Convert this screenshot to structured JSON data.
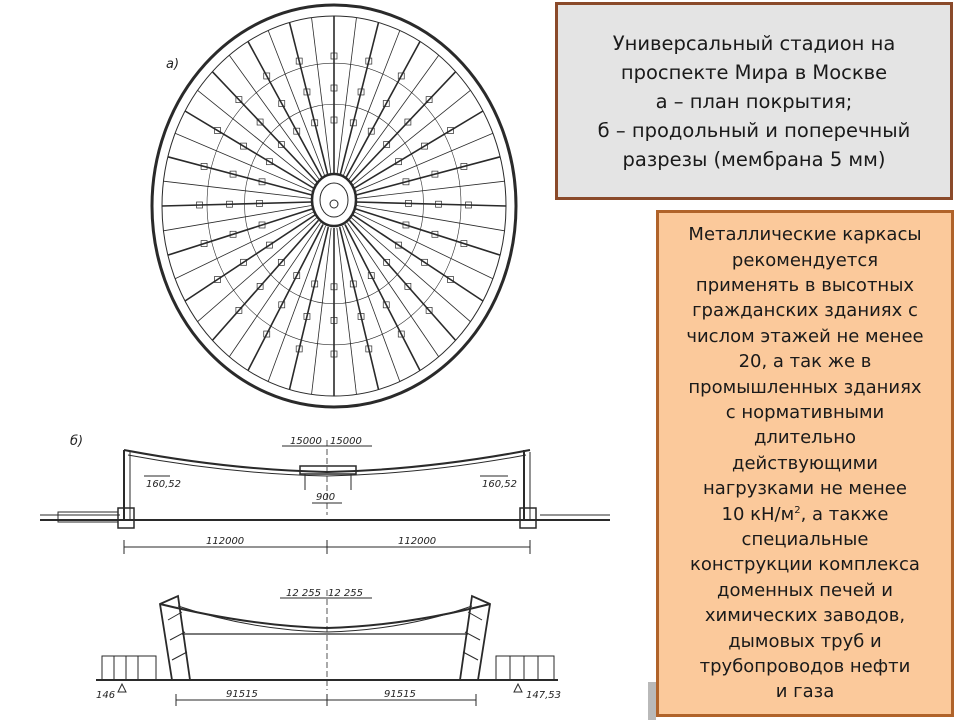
{
  "drawing": {
    "plan_label": "а)",
    "section_label": "б)",
    "dimensions": {
      "section1": {
        "top_left": "15000",
        "top_right": "15000",
        "center": "900",
        "level_left": "160,52",
        "level_right": "160,52",
        "span_left": "112000",
        "span_right": "112000"
      },
      "section2": {
        "top_left": "12 255",
        "top_right": "12 255",
        "level_left": "146",
        "level_right": "147,53",
        "span_left": "91515",
        "span_right": "91515"
      }
    }
  },
  "title_box": {
    "lines": [
      "Универсальный стадион на",
      "проспекте Мира в Москве",
      "а – план покрытия;",
      "б – продольный и поперечный",
      "разрезы (мембрана 5 мм)"
    ]
  },
  "info_box": {
    "lines": [
      "Металлические каркасы",
      "рекомендуется",
      "применять в высотных",
      "гражданских зданиях с",
      "числом этажей не менее",
      "20, а так же в",
      "промышленных зданиях",
      "с нормативными",
      "длительно",
      "действующими",
      "нагрузками не менее"
    ],
    "load_value": "10 кН/м",
    "load_sup": "2",
    "load_suffix": ", а также",
    "lines_after": [
      "специальные",
      "конструкции комплекса",
      "доменных печей и",
      "химических заводов,",
      "дымовых труб и",
      "трубопроводов нефти",
      "и газа"
    ]
  },
  "colors": {
    "title_bg": "#e4e4e4",
    "title_border": "#8a4a2a",
    "info_bg": "#fbc99b",
    "info_border": "#b0632a",
    "line": "#2a2a2a"
  }
}
